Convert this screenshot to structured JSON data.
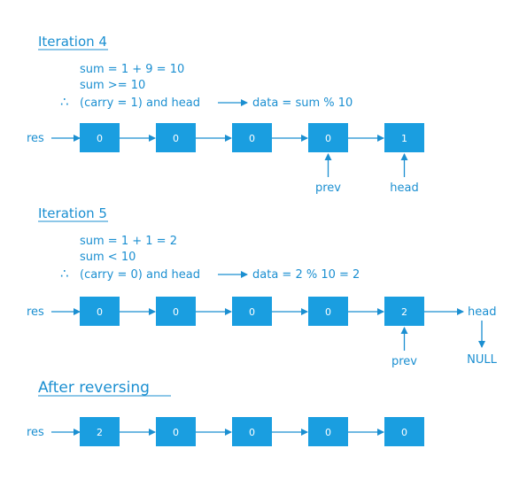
{
  "accent": "#1b8fd1",
  "node_fill": "#1a9ee0",
  "node_text_color": "#ffffff",
  "sections": [
    {
      "title": "Iteration 4",
      "lines": [
        "sum  =  1 + 9  =  10",
        "sum  >=  10"
      ],
      "conclusion": {
        "symbol": "∴",
        "before": "(carry = 1)  and  head",
        "after": "data  =  sum % 10"
      },
      "list": {
        "label": "res",
        "nodes": [
          "0",
          "0",
          "0",
          "0",
          "1"
        ],
        "pointers": [
          {
            "label": "prev",
            "node": 3
          },
          {
            "label": "head",
            "node": 4
          }
        ]
      }
    },
    {
      "title": "Iteration 5",
      "lines": [
        "sum  =  1 + 1  =  2",
        "sum  <  10"
      ],
      "conclusion": {
        "symbol": "∴",
        "before": "(carry = 0)  and  head",
        "after": "data  =  2 % 10  = 2"
      },
      "list": {
        "label": "res",
        "nodes": [
          "0",
          "0",
          "0",
          "0",
          "2"
        ],
        "tail_label": "head",
        "null_label": "NULL",
        "pointers": [
          {
            "label": "prev",
            "node": 4
          }
        ]
      }
    },
    {
      "title": "After reversing",
      "list": {
        "label": "res",
        "nodes": [
          "2",
          "0",
          "0",
          "0",
          "0"
        ]
      }
    }
  ]
}
